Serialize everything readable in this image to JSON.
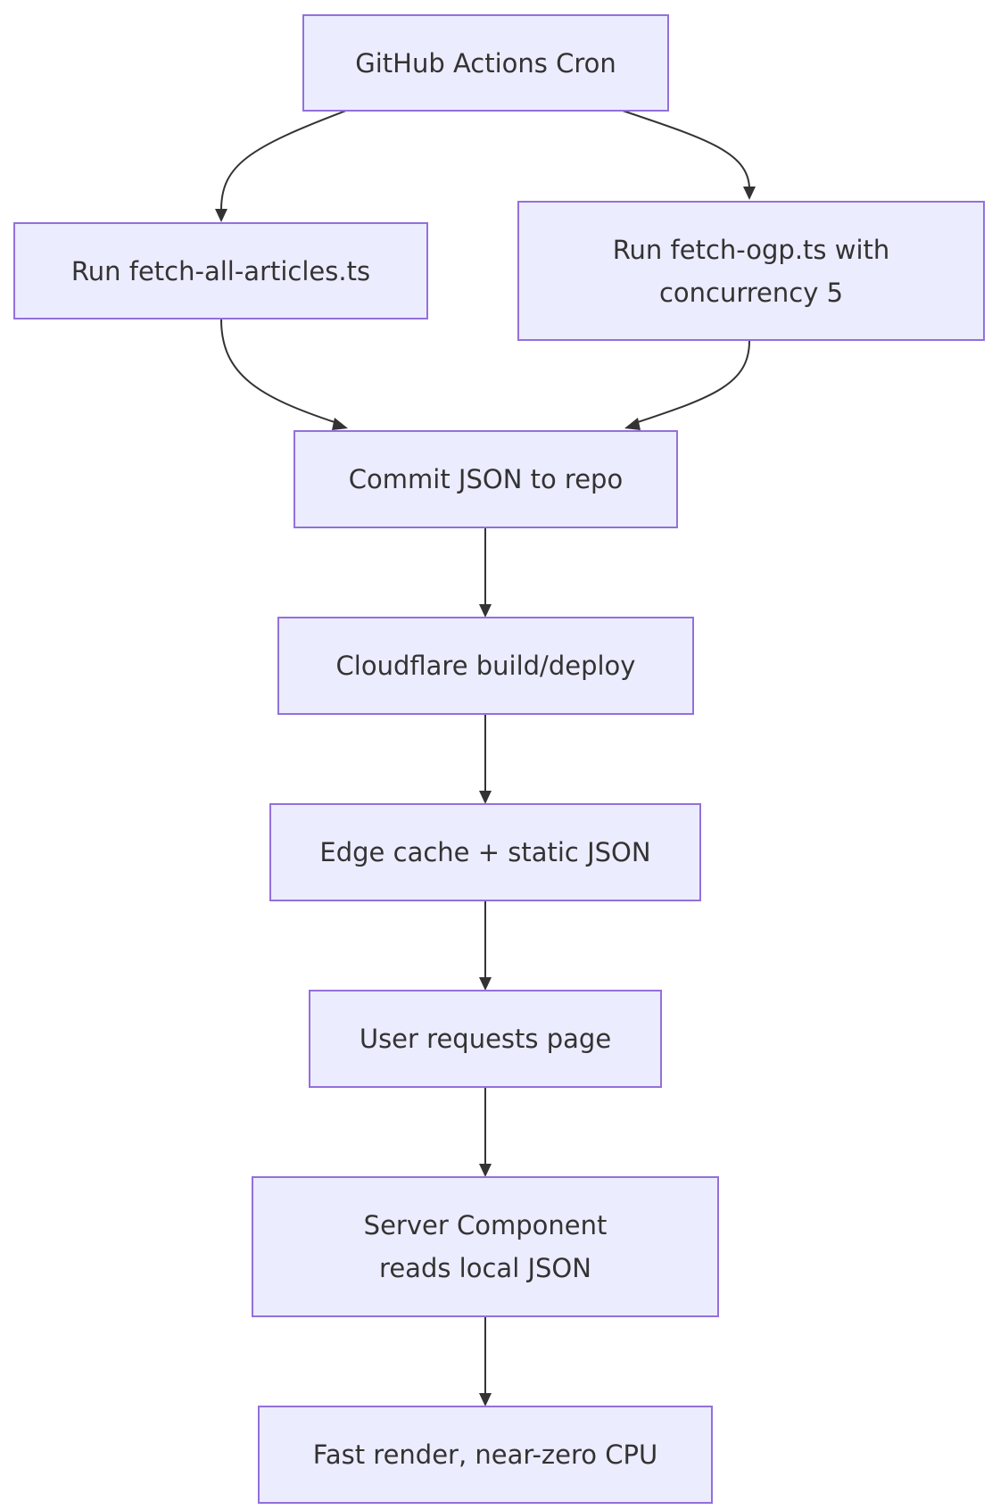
{
  "nodes": {
    "cron": "GitHub Actions Cron",
    "fetch_articles": "Run fetch-all-articles.ts",
    "fetch_ogp": "Run fetch-ogp.ts with concurrency 5",
    "commit": "Commit JSON to repo",
    "deploy": "Cloudflare build/deploy",
    "edge": "Edge cache + static JSON",
    "request": "User requests page",
    "server": "Server Component reads local JSON",
    "render": "Fast render, near-zero CPU"
  },
  "edges": [
    {
      "from": "cron",
      "to": "fetch_articles"
    },
    {
      "from": "cron",
      "to": "fetch_ogp"
    },
    {
      "from": "fetch_articles",
      "to": "commit"
    },
    {
      "from": "fetch_ogp",
      "to": "commit"
    },
    {
      "from": "commit",
      "to": "deploy"
    },
    {
      "from": "deploy",
      "to": "edge"
    },
    {
      "from": "edge",
      "to": "request"
    },
    {
      "from": "request",
      "to": "server"
    },
    {
      "from": "server",
      "to": "render"
    }
  ],
  "colors": {
    "node_fill": "#ececff",
    "node_border": "#9370db",
    "text": "#333333",
    "edge": "#333333"
  }
}
